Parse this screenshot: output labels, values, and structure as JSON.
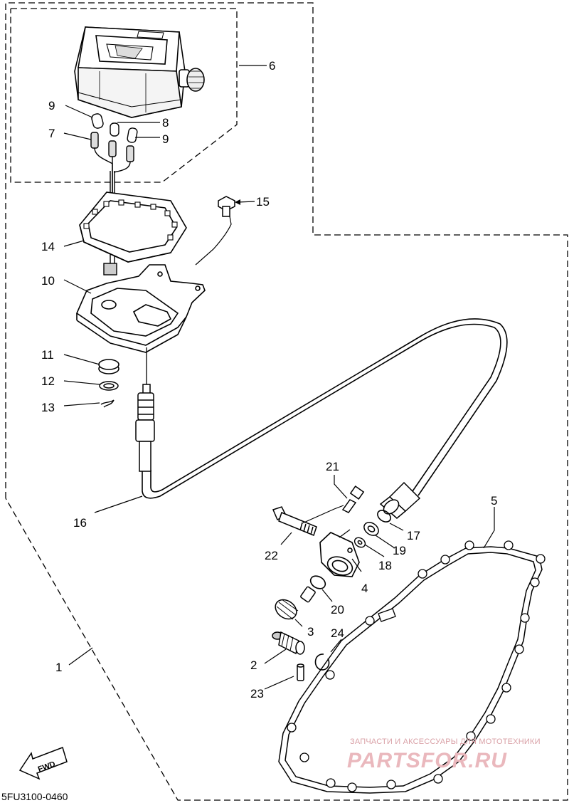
{
  "callouts": [
    {
      "id": "c1",
      "text": "1"
    },
    {
      "id": "c2",
      "text": "2"
    },
    {
      "id": "c3",
      "text": "3"
    },
    {
      "id": "c4",
      "text": "4"
    },
    {
      "id": "c5",
      "text": "5"
    },
    {
      "id": "c6",
      "text": "6"
    },
    {
      "id": "c7",
      "text": "7"
    },
    {
      "id": "c8",
      "text": "8"
    },
    {
      "id": "c9a",
      "text": "9"
    },
    {
      "id": "c9b",
      "text": "9"
    },
    {
      "id": "c10",
      "text": "10"
    },
    {
      "id": "c11",
      "text": "11"
    },
    {
      "id": "c12",
      "text": "12"
    },
    {
      "id": "c13",
      "text": "13"
    },
    {
      "id": "c14",
      "text": "14"
    },
    {
      "id": "c15",
      "text": "15"
    },
    {
      "id": "c16",
      "text": "16"
    },
    {
      "id": "c17",
      "text": "17"
    },
    {
      "id": "c18",
      "text": "18"
    },
    {
      "id": "c19",
      "text": "19"
    },
    {
      "id": "c20",
      "text": "20"
    },
    {
      "id": "c21",
      "text": "21"
    },
    {
      "id": "c22",
      "text": "22"
    },
    {
      "id": "c23",
      "text": "23"
    },
    {
      "id": "c24",
      "text": "24"
    }
  ],
  "diagram_code": "5FU3100-0460",
  "fwd_label": "FWD",
  "watermark": {
    "tagline": "ЗАПЧАСТИ И АКСЕССУАРЫ ДЛЯ МОТОТЕХНИКИ",
    "brand": "PARTSFOR.RU",
    "color": "#e8a9ae"
  }
}
